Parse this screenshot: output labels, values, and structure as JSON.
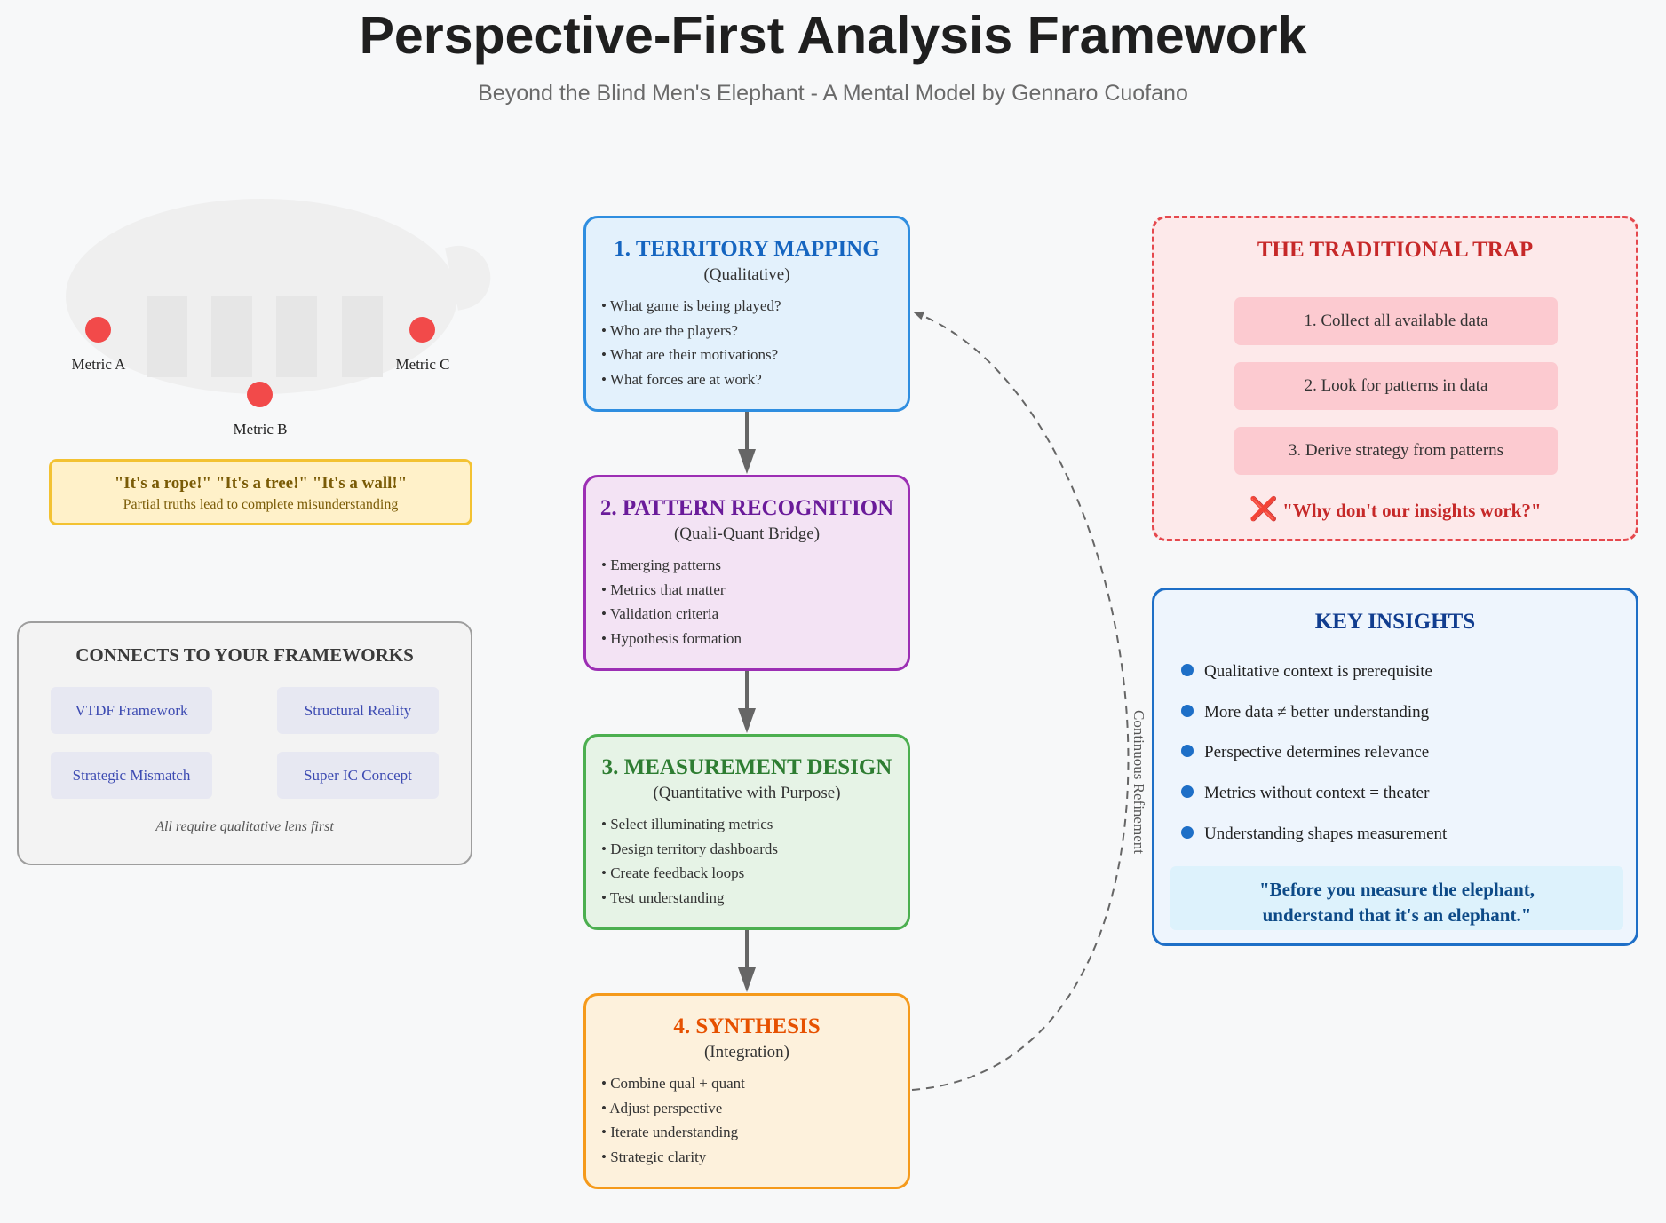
{
  "header": {
    "title": "Perspective-First Analysis Framework",
    "subtitle": "Beyond the Blind Men's Elephant - A Mental Model by Gennaro Cuofano"
  },
  "elephant": {
    "metrics": [
      "Metric A",
      "Metric B",
      "Metric C"
    ],
    "quote": "\"It's a rope!\" \"It's a tree!\" \"It's a wall!\"",
    "quote_caption": "Partial truths lead to complete misunderstanding"
  },
  "connects": {
    "title": "CONNECTS TO YOUR FRAMEWORKS",
    "items": [
      "VTDF Framework",
      "Structural Reality",
      "Strategic Mismatch",
      "Super IC Concept"
    ],
    "footer": "All require qualitative lens first"
  },
  "stages": [
    {
      "title": "1. TERRITORY MAPPING",
      "subtitle": "(Qualitative)",
      "bullets": [
        "What game is being played?",
        "Who are the players?",
        "What are their motivations?",
        "What forces are at work?"
      ],
      "color": "#1565c0",
      "border": "#2f8ee0",
      "bg": "#e3f1fc"
    },
    {
      "title": "2. PATTERN RECOGNITION",
      "subtitle": "(Quali-Quant Bridge)",
      "bullets": [
        "Emerging patterns",
        "Metrics that matter",
        "Validation criteria",
        "Hypothesis formation"
      ],
      "color": "#6a1b9a",
      "border": "#9c2fb4",
      "bg": "#f3e3f4"
    },
    {
      "title": "3. MEASUREMENT DESIGN",
      "subtitle": "(Quantitative with Purpose)",
      "bullets": [
        "Select illuminating metrics",
        "Design territory dashboards",
        "Create feedback loops",
        "Test understanding"
      ],
      "color": "#2e7d32",
      "border": "#4caf50",
      "bg": "#e6f3e6"
    },
    {
      "title": "4. SYNTHESIS",
      "subtitle": "(Integration)",
      "bullets": [
        "Combine qual + quant",
        "Adjust perspective",
        "Iterate understanding",
        "Strategic clarity"
      ],
      "color": "#e65100",
      "border": "#f59a1b",
      "bg": "#fdf1dc"
    }
  ],
  "loop_label": "Continuous Refinement",
  "trap": {
    "title": "THE TRADITIONAL TRAP",
    "steps": [
      "1. Collect all available data",
      "2. Look for patterns in data",
      "3. Derive strategy from patterns"
    ],
    "warning": "\"Why don't our insights work?\"",
    "warning_icon": "x-mark-icon"
  },
  "insights": {
    "title": "KEY INSIGHTS",
    "items": [
      "Qualitative context is prerequisite",
      "More data ≠ better understanding",
      "Perspective determines relevance",
      "Metrics without context = theater",
      "Understanding shapes measurement"
    ],
    "quote_line1": "\"Before you measure the elephant,",
    "quote_line2": "understand that it's an elephant.\""
  }
}
